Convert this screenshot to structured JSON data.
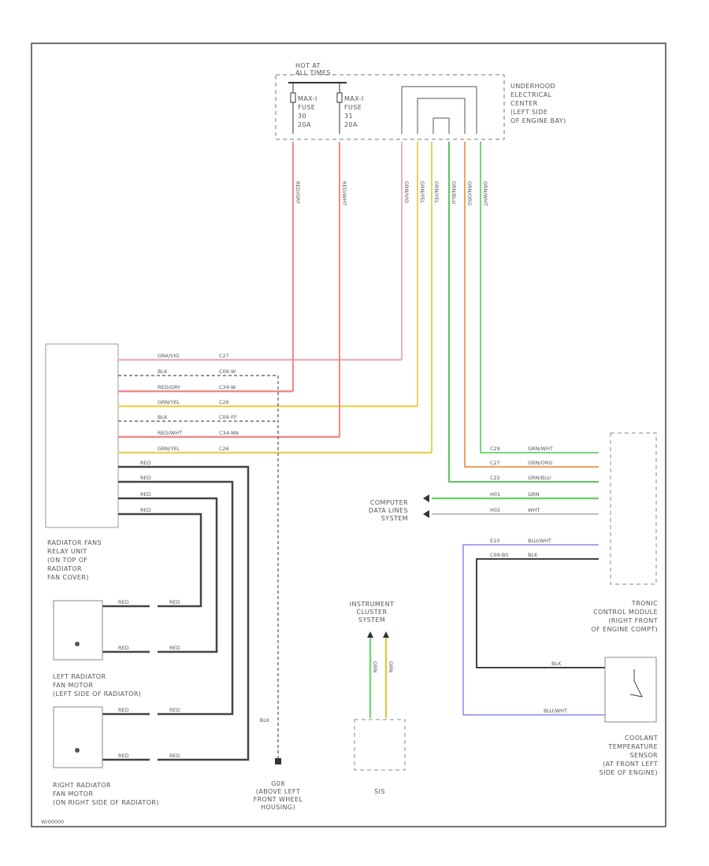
{
  "diagram": {
    "hot_at_all_times": [
      "HOT AT",
      "ALL TIMES"
    ],
    "fuse1": [
      "MAX-I",
      "FUSE",
      "30",
      "20A"
    ],
    "fuse2": [
      "MAX-I",
      "FUSE",
      "31",
      "20A"
    ],
    "underhood_center": [
      "UNDERHOOD",
      "ELECTRICAL",
      "CENTER",
      "(LEFT SIDE",
      "OF ENGINE BAY)"
    ],
    "relay_unit": [
      "RADIATOR FANS",
      "RELAY UNIT",
      "(ON TOP OF",
      "RADIATOR",
      "FAN COVER)"
    ],
    "left_motor": [
      "LEFT RADIATOR",
      "FAN MOTOR",
      "(LEFT SIDE OF RADIATOR)"
    ],
    "right_motor": [
      "RIGHT RADIATOR",
      "FAN MOTOR",
      "(ON RIGHT SIDE OF RADIATOR)"
    ],
    "ground": [
      "G08",
      "(ABOVE LEFT",
      "FRONT WHEEL",
      "HOUSING)"
    ],
    "ground_wire": "BLK",
    "computer_data": [
      "COMPUTER",
      "DATA LINES",
      "SYSTEM"
    ],
    "instrument_cluster": [
      "INSTRUMENT",
      "CLUSTER",
      "SYSTEM"
    ],
    "sis": "SIS",
    "tronic": [
      "TRONIC",
      "CONTROL MODULE",
      "(RIGHT FRONT",
      "OF ENGINE COMPT)"
    ],
    "coolant": [
      "COOLANT",
      "TEMPERATURE",
      "SENSOR",
      "(AT FRONT LEFT",
      "SIDE OF ENGINE)"
    ],
    "relay_rows": [
      {
        "color": "GRA/VIO",
        "code": "C27"
      },
      {
        "color": "BLK",
        "code": "C09-W"
      },
      {
        "color": "RED/GRY",
        "code": "C34-W"
      },
      {
        "color": "GRN/YEL",
        "code": "C26"
      },
      {
        "color": "BLK",
        "code": "C09-FF"
      },
      {
        "color": "RED/WHT",
        "code": "C34-NN"
      },
      {
        "color": "GRN/YEL",
        "code": "C26"
      }
    ],
    "relay_red_rows": [
      "RED",
      "RED",
      "RED",
      "RED"
    ],
    "motor_wires": [
      "RED",
      "RED",
      "RED",
      "RED",
      "RED",
      "RED",
      "RED",
      "RED"
    ],
    "tronic_rows": [
      {
        "code": "C29",
        "color": "GRN/WHT"
      },
      {
        "code": "C27",
        "color": "GRN/ORG"
      },
      {
        "code": "C22",
        "color": "GRN/BLU"
      },
      {
        "code": "H01",
        "color": "GRN"
      },
      {
        "code": "H02",
        "color": "WHT"
      },
      {
        "code": "E10",
        "color": "BLU/WHT"
      },
      {
        "code": "C09-BS",
        "color": "BLK"
      }
    ],
    "sensor_wires": [
      "BLK",
      "BLU/WHT"
    ],
    "ic_wires": [
      "GRN",
      "GRN"
    ],
    "fuse_wires": [
      "RED/GRY",
      "RED/WHT"
    ],
    "center_wires": [
      "GRN/VIO",
      "GRN/YEL",
      "GRN/YEL",
      "GRN/BLU",
      "GRN/ORG",
      "GRN/WHT"
    ],
    "footer_code": "W/00000"
  }
}
